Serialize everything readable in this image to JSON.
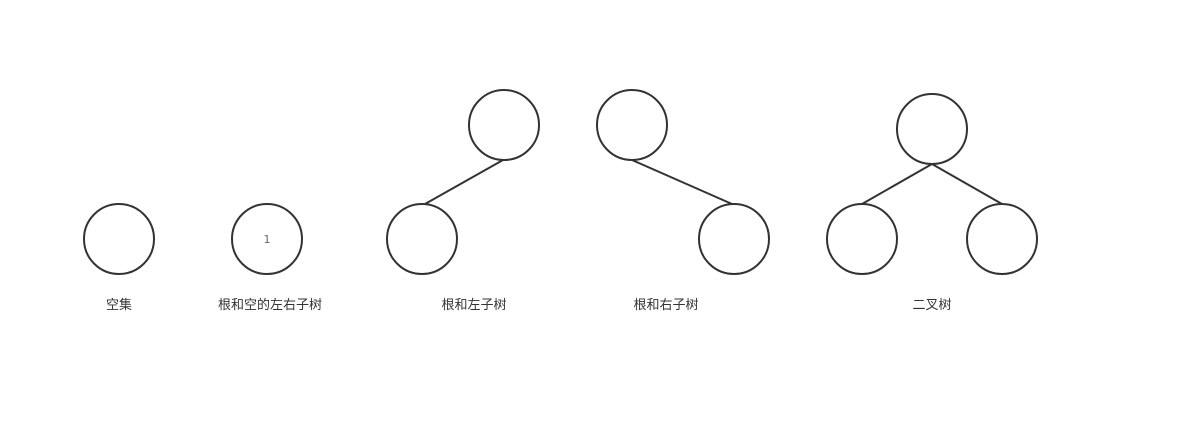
{
  "diagrams": [
    {
      "caption": "空集"
    },
    {
      "caption": "根和空的左右子树",
      "root_label": "1"
    },
    {
      "caption": "根和左子树"
    },
    {
      "caption": "根和右子树"
    },
    {
      "caption": "二叉树"
    }
  ]
}
